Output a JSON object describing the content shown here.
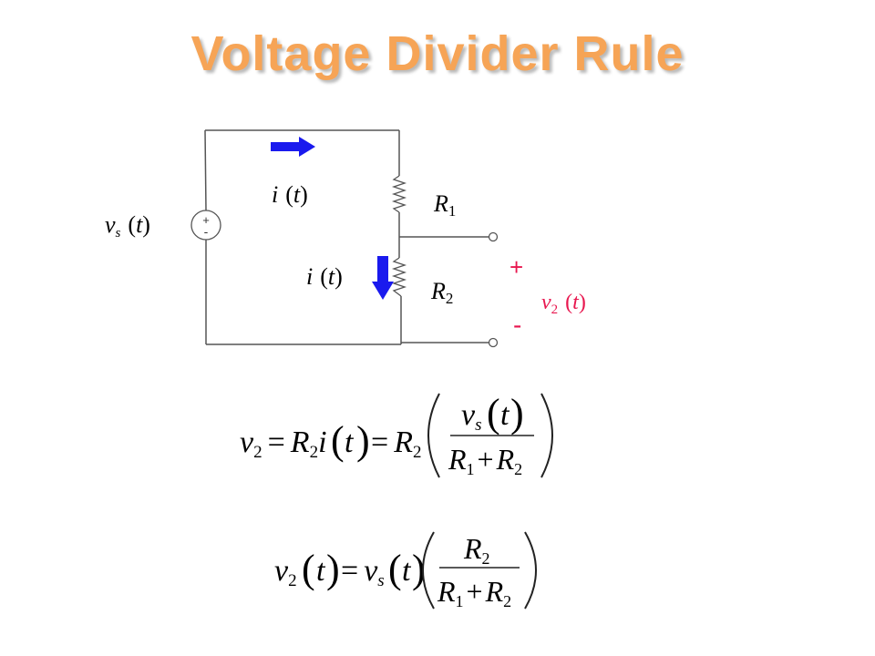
{
  "title": "Voltage Divider Rule",
  "labels": {
    "source_v": "v",
    "source_sub": "s",
    "current_top_i": "i",
    "current_mid_i": "i",
    "t": "t",
    "r1_main": "R",
    "r1_sub": "1",
    "r2_main": "R",
    "r2_sub": "2",
    "out_v": "v",
    "out_sub": "2",
    "plus_out": "+",
    "minus_out": "-",
    "source_plus": "+",
    "source_minus": "-"
  },
  "equations": {
    "eq1": {
      "lhs_v": "v",
      "lhs_sub": "2",
      "eq_sign": "=",
      "r_main": "R",
      "r_sub": "2",
      "i": "i",
      "t": "t",
      "r2_main": "R",
      "r2_sub": "2",
      "num_v": "v",
      "num_sub": "s",
      "num_t": "t",
      "den_r1": "R",
      "den_r1_sub": "1",
      "plus": "+",
      "den_r2": "R",
      "den_r2_sub": "2"
    },
    "eq2": {
      "lhs_v": "v",
      "lhs_sub": "2",
      "lhs_t": "t",
      "eq_sign": "=",
      "vs": "v",
      "vs_sub": "s",
      "vs_t": "t",
      "num_r": "R",
      "num_r_sub": "2",
      "den_r1": "R",
      "den_r1_sub": "1",
      "plus": "+",
      "den_r2": "R",
      "den_r2_sub": "2"
    }
  },
  "colors": {
    "title": "#f6a456",
    "arrow": "#1a1aee",
    "output_accent": "#e8174f",
    "wire": "#555555"
  }
}
